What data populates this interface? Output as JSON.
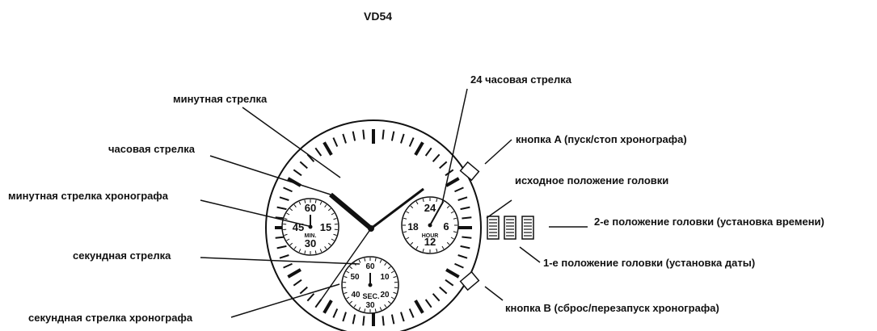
{
  "title": "VD54",
  "labels": {
    "minute_hand": "минутная стрелка",
    "hour_hand": "часовая стрелка",
    "chrono_minute_hand": "минутная стрелка хронографа",
    "second_hand": "секундная стрелка",
    "chrono_second_hand": "секундная стрелка хронографа",
    "hand_24h": "24 часовая стрелка",
    "button_a": "кнопка A (пуск/стоп хронографа)",
    "crown_normal": "исходное положение головки",
    "crown_pos2": "2-е положение головки (установка времени)",
    "crown_pos1": "1-е положение головки (установка даты)",
    "button_b": "кнопка B (сброс/перезапуск хронографа)"
  },
  "subdials": {
    "minutes": {
      "top": "60",
      "left": "45",
      "right": "15",
      "bottom": "30",
      "caption": "MIN."
    },
    "hours": {
      "top": "24",
      "left": "18",
      "right": "6",
      "bottom": "12",
      "caption": "HOUR"
    },
    "seconds": {
      "top": "60",
      "left": "50",
      "right": "10",
      "lower_left": "40",
      "lower_right": "20",
      "bottom": "30",
      "caption": "SEC."
    }
  }
}
